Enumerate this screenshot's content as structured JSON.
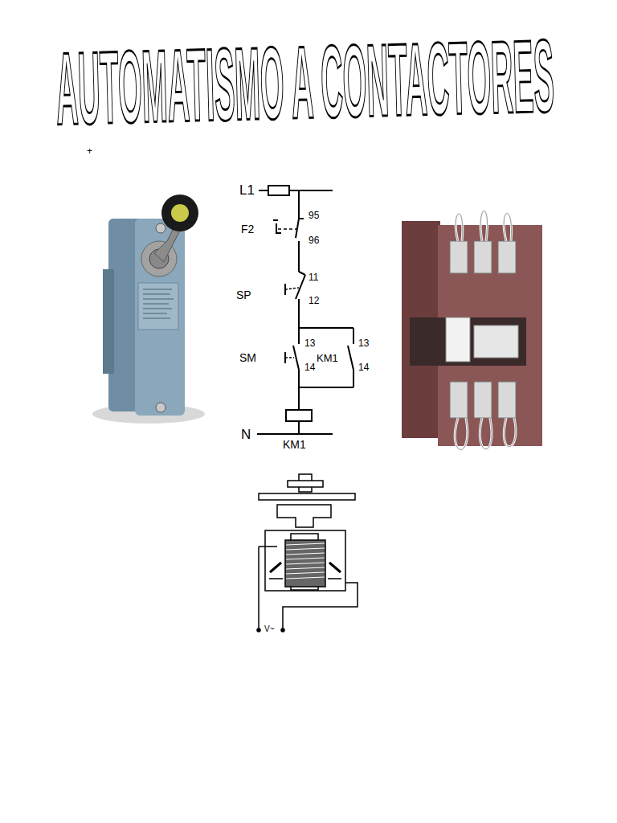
{
  "diagram": {
    "title": "AUTOMATISMO A CONTACTORES",
    "labels": [
      "+",
      "L1",
      "F2",
      "95",
      "96",
      "SP",
      "11",
      "12",
      "SM",
      "13",
      "14",
      "KM1",
      "13",
      "14",
      "N",
      "KM1",
      "V~"
    ]
  }
}
